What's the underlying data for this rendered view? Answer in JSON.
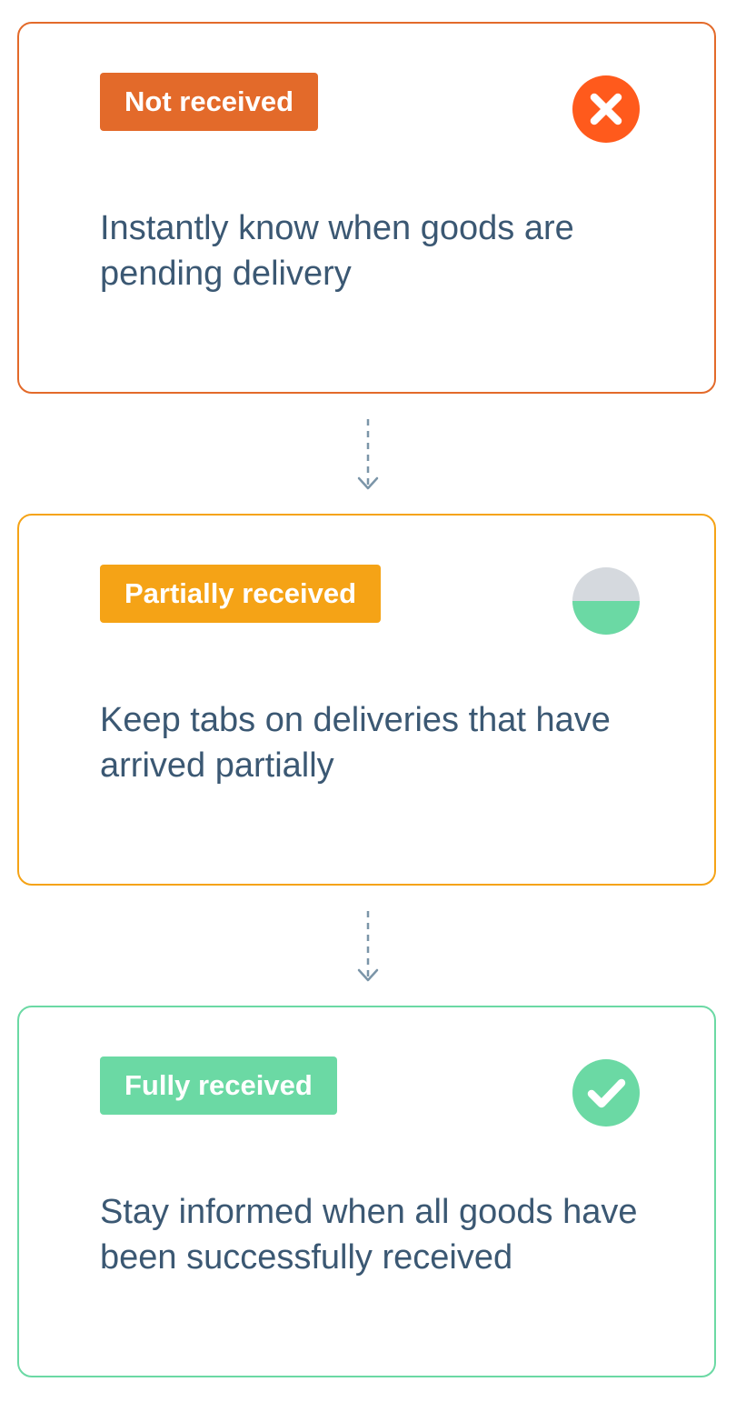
{
  "colors": {
    "text": "#3b5873",
    "connector": "#7b95a8",
    "not_received": "#e36a2a",
    "not_received_icon": "#ff5a1c",
    "partially_received": "#f5a316",
    "partially_received_icon_top": "#d5d9de",
    "partially_received_icon_bottom": "#6bd9a4",
    "fully_received": "#6bd9a4"
  },
  "stages": [
    {
      "badge": "Not received",
      "icon": "close-circle-icon",
      "description": "Instantly know when goods are pending delivery"
    },
    {
      "badge": "Partially received",
      "icon": "half-filled-circle-icon",
      "fill_fraction": 0.5,
      "description": "Keep tabs on deliveries that have arrived partially"
    },
    {
      "badge": "Fully received",
      "icon": "check-circle-icon",
      "description": "Stay informed when all goods have been successfully received"
    }
  ]
}
